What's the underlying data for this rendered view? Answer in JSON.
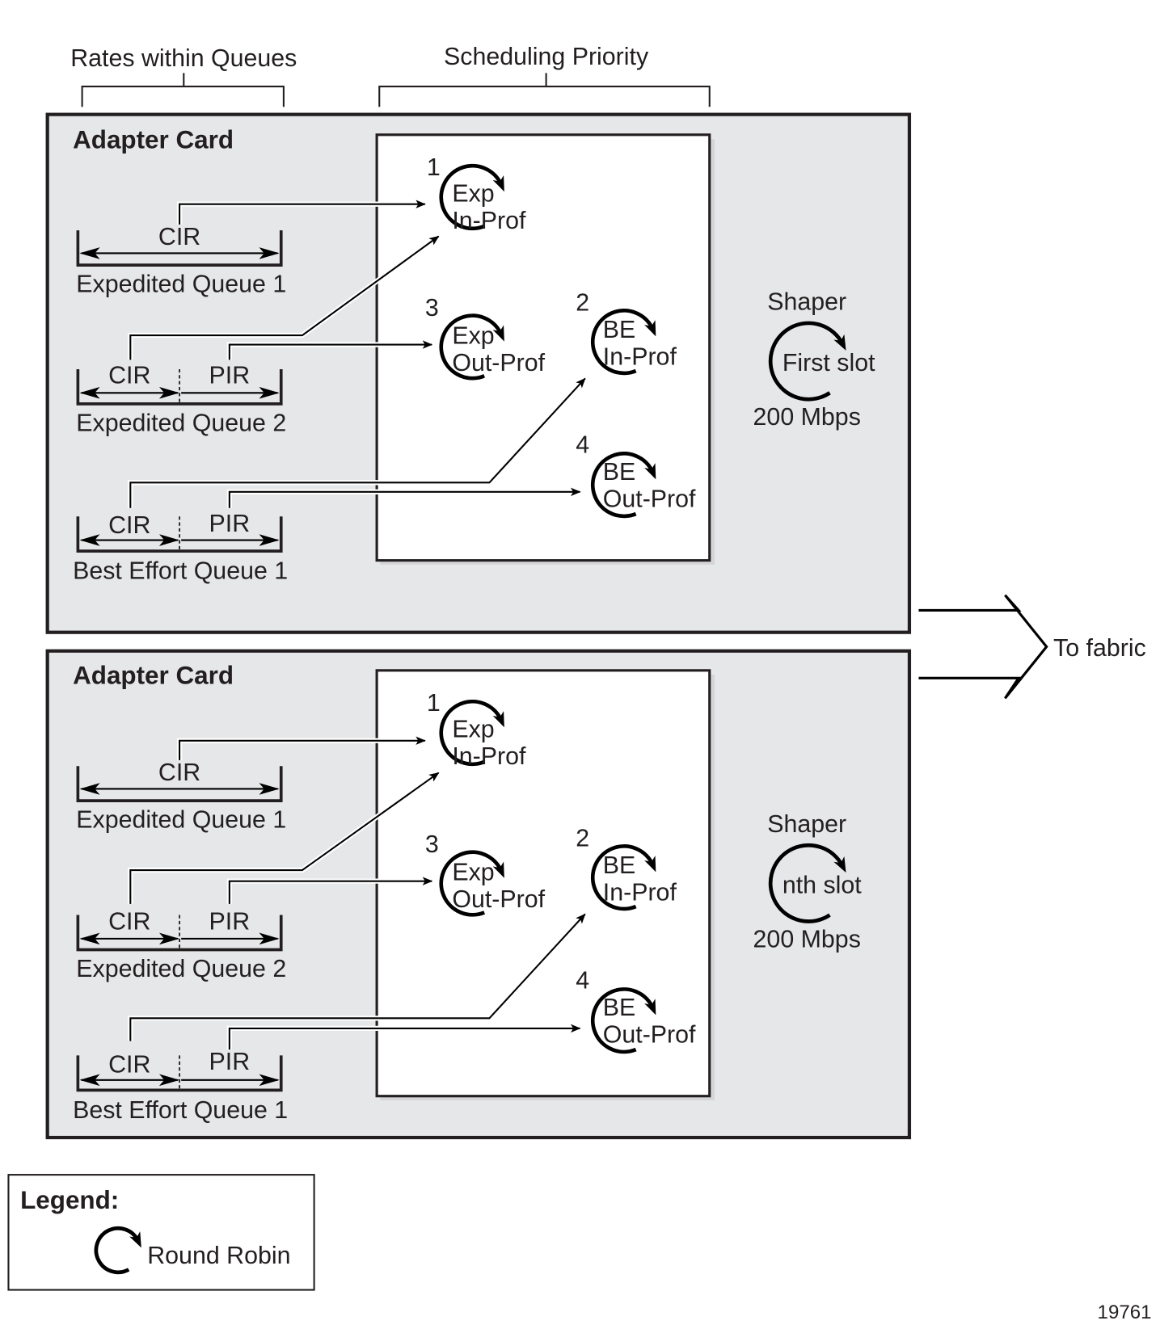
{
  "header": {
    "rates_label": "Rates within Queues",
    "priority_label": "Scheduling Priority"
  },
  "cards": [
    {
      "title": "Adapter Card",
      "queues": [
        {
          "name": "Expedited Queue 1",
          "rates": [
            "CIR"
          ]
        },
        {
          "name": "Expedited Queue 2",
          "rates": [
            "CIR",
            "PIR"
          ]
        },
        {
          "name": "Best Effort Queue 1",
          "rates": [
            "CIR",
            "PIR"
          ]
        }
      ],
      "schedulers": [
        {
          "priority": "1",
          "line1": "Exp",
          "line2": "In-Prof"
        },
        {
          "priority": "3",
          "line1": "Exp",
          "line2": "Out-Prof"
        },
        {
          "priority": "2",
          "line1": "BE",
          "line2": "In-Prof"
        },
        {
          "priority": "4",
          "line1": "BE",
          "line2": "Out-Prof"
        }
      ],
      "shaper": {
        "title": "Shaper",
        "slot": "First slot",
        "rate": "200 Mbps"
      }
    },
    {
      "title": "Adapter Card",
      "queues": [
        {
          "name": "Expedited Queue 1",
          "rates": [
            "CIR"
          ]
        },
        {
          "name": "Expedited Queue 2",
          "rates": [
            "CIR",
            "PIR"
          ]
        },
        {
          "name": "Best Effort Queue 1",
          "rates": [
            "CIR",
            "PIR"
          ]
        }
      ],
      "schedulers": [
        {
          "priority": "1",
          "line1": "Exp",
          "line2": "In-Prof"
        },
        {
          "priority": "3",
          "line1": "Exp",
          "line2": "Out-Prof"
        },
        {
          "priority": "2",
          "line1": "BE",
          "line2": "In-Prof"
        },
        {
          "priority": "4",
          "line1": "BE",
          "line2": "Out-Prof"
        }
      ],
      "shaper": {
        "title": "Shaper",
        "slot": "nth slot",
        "rate": "200 Mbps"
      }
    }
  ],
  "output": {
    "label": "To fabric"
  },
  "legend": {
    "title": "Legend:",
    "items": [
      {
        "icon": "round-robin-icon",
        "label": "Round Robin"
      }
    ]
  },
  "figure_id": "19761"
}
